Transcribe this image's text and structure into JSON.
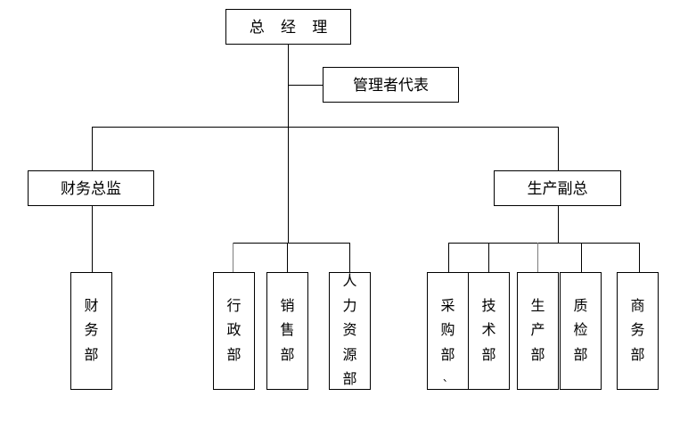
{
  "diagram": {
    "title_node": {
      "label": "总 经 理"
    },
    "nodes": {
      "general_manager": "总 经 理",
      "management_rep": "管理者代表",
      "finance_director": "财务总监",
      "production_vp": "生产副总",
      "finance_dept": "财务部",
      "admin_dept": "行政部",
      "sales_dept": "销售部",
      "hr_dept": "人力资源部",
      "purchasing_dept": "采购部",
      "technology_dept": "技术部",
      "production_dept": "生产部",
      "quality_dept": "质检部",
      "business_dept": "商务部"
    },
    "artifact_mark": "、",
    "colors": {
      "background": "#ffffff",
      "line": "#000000",
      "line_light": "#7d7d7d",
      "text": "#000000",
      "border": "#000000"
    }
  }
}
